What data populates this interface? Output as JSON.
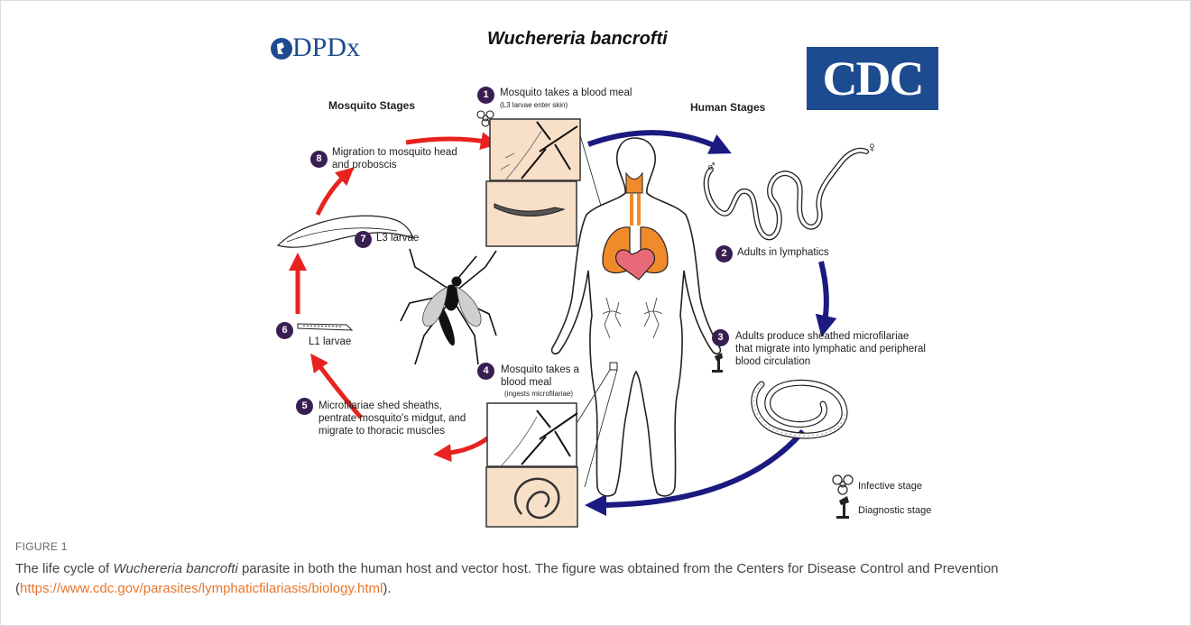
{
  "header": {
    "dpdx_logo": "DPDx",
    "title": "Wuchereria bancrofti",
    "cdc_logo": "CDC"
  },
  "sections": {
    "mosquito": "Mosquito Stages",
    "human": "Human Stages"
  },
  "steps": [
    {
      "n": "1",
      "text": "Mosquito takes a blood meal",
      "sub": "(L3 larvae enter skin)"
    },
    {
      "n": "2",
      "text": "Adults in lymphatics"
    },
    {
      "n": "3",
      "text": "Adults produce sheathed microfilariae that migrate into lymphatic and peripheral blood circulation"
    },
    {
      "n": "4",
      "text": "Mosquito takes a blood meal",
      "sub": "(ingests microfilariae)"
    },
    {
      "n": "5",
      "text": "Microfilariae shed sheaths, pentrate mosquito's midgut, and migrate to thoracic muscles"
    },
    {
      "n": "6",
      "text": "L1 larvae"
    },
    {
      "n": "7",
      "text": "L3 larvae"
    },
    {
      "n": "8",
      "text": "Migration to mosquito head and proboscis"
    }
  ],
  "sex_symbols": {
    "male": "♂",
    "female": "♀"
  },
  "legend": {
    "infective": "Infective stage",
    "diagnostic": "Diagnostic stage"
  },
  "colors": {
    "human_arrow": "#1a1a80",
    "mosquito_arrow": "#e8231f",
    "step_badge": "#3a1e52",
    "organ": "#f08a2a",
    "inset_bg": "#f8dfc8",
    "link": "#e8762c"
  },
  "caption": {
    "label": "FIGURE 1",
    "text_before": "The life cycle of ",
    "text_italic": "Wuchereria bancrofti",
    "text_after": " parasite in both the human host and vector host. The figure was obtained from the Centers for Disease Control and Prevention (",
    "link": "https://www.cdc.gov/parasites/lymphaticfilariasis/biology.html",
    "text_end": ")."
  }
}
